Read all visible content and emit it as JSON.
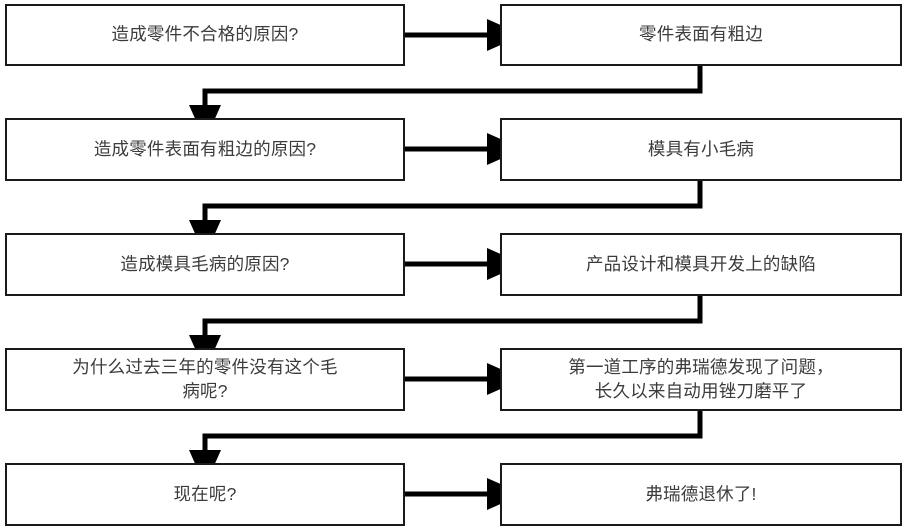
{
  "diagram": {
    "title": "5 Whys Root Cause Analysis Flowchart",
    "type": "flowchart",
    "orientation": "two-column question-answer cascade",
    "colors": {
      "box_border": "#1a1a1a",
      "box_fill": "#ffffff",
      "text": "#3c3c3c",
      "connector": "#000000",
      "canvas": "#ffffff"
    },
    "rows": [
      {
        "id": "row-1",
        "question": "造成零件不合格的原因?",
        "answer": "零件表面有粗边"
      },
      {
        "id": "row-2",
        "question": "造成零件表面有粗边的原因?",
        "answer": "模具有小毛病"
      },
      {
        "id": "row-3",
        "question": "造成模具毛病的原因?",
        "answer": "产品设计和模具开发上的缺陷"
      },
      {
        "id": "row-4",
        "question": "为什么过去三年的零件没有这个毛\n病呢?",
        "answer": "第一道工序的弗瑞德发现了问题，\n长久以来自动用锉刀磨平了"
      },
      {
        "id": "row-5",
        "question": "现在呢?",
        "answer": "弗瑞德退休了!"
      }
    ],
    "connectors": {
      "horizontal_label": "question-to-answer-arrow",
      "elbow_label": "answer-to-next-question-arrow",
      "count_horizontal": 5,
      "count_elbow": 4
    }
  }
}
